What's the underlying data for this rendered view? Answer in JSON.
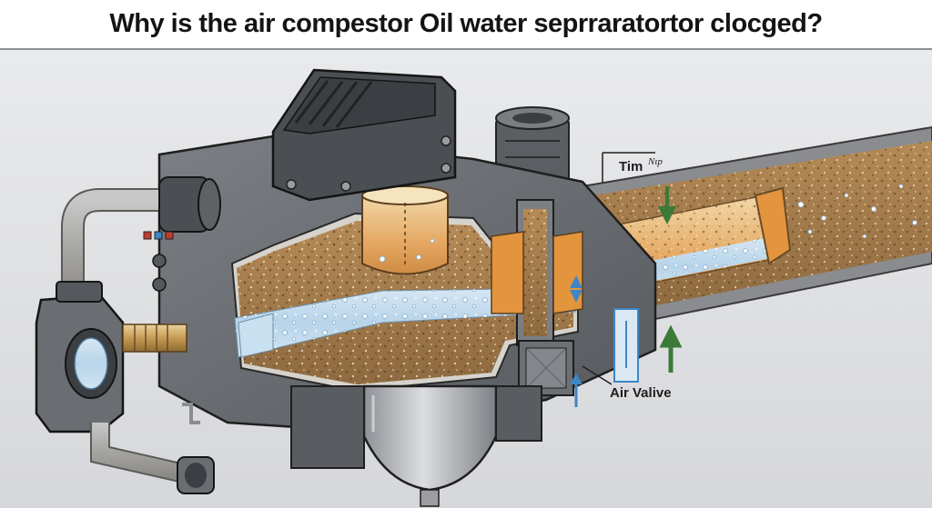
{
  "title": "Why is the air compestor Oil water seprraratortor clocged?",
  "labels": {
    "tim": "Tim",
    "nip": "Nιp",
    "air_valve": "Air Valive"
  },
  "colors": {
    "background": "#e3e4e6",
    "housing": "#6e7176",
    "sludge": "#a47a4a",
    "oil": "#e6a862",
    "water": "#bcd8ec",
    "arrow_green": "#3c7a3a",
    "arrow_blue": "#3f86c4"
  }
}
